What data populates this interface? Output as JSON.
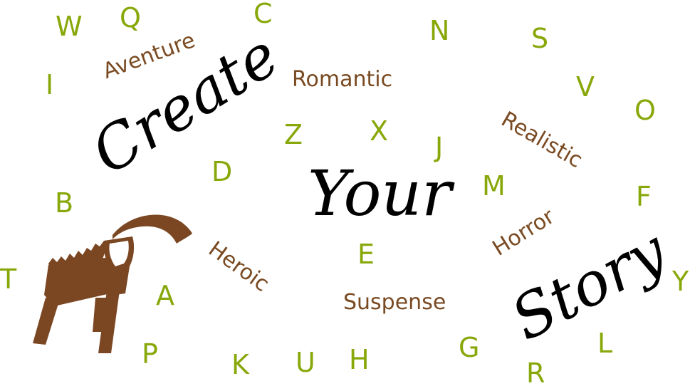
{
  "colors": {
    "letter_green": "#88a80a",
    "genre_brown": "#7a4a22",
    "script_black": "#000000",
    "mascot_brown": "#7b4723"
  },
  "headline": {
    "create": "Create",
    "your": "Your",
    "story": "Story"
  },
  "genres": {
    "aventure": "Aventure",
    "romantic": "Romantic",
    "realistic": "Realistic",
    "heroic": "Heroic",
    "horror": "Horror",
    "suspense": "Suspense"
  },
  "letters": {
    "w": "W",
    "q": "Q",
    "c": "C",
    "n": "N",
    "s": "S",
    "i": "I",
    "v": "V",
    "o": "O",
    "z": "Z",
    "x": "X",
    "j": "J",
    "d": "D",
    "m": "M",
    "f": "F",
    "b": "B",
    "e": "E",
    "t": "T",
    "y": "Y",
    "a": "A",
    "p": "P",
    "k": "K",
    "u": "U",
    "h": "H",
    "g": "G",
    "l": "L",
    "r": "R"
  },
  "mascot_icon": "chair-creature-icon"
}
